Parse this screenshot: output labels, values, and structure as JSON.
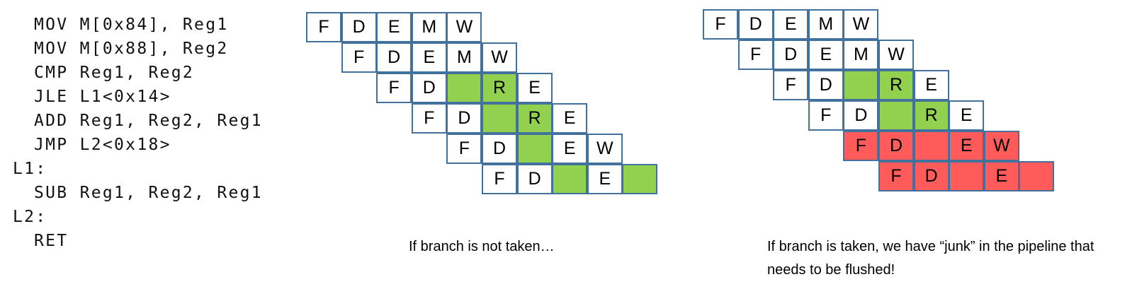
{
  "code": [
    {
      "text": "MOV M[0x84], Reg1",
      "indent": true
    },
    {
      "text": "MOV M[0x88], Reg2",
      "indent": true
    },
    {
      "text": "CMP Reg1, Reg2",
      "indent": true
    },
    {
      "text": "JLE L1<0x14>",
      "indent": true
    },
    {
      "text": "ADD Reg1, Reg2, Reg1",
      "indent": true
    },
    {
      "text": "JMP L2<0x18>",
      "indent": true
    },
    {
      "text": "L1:",
      "indent": false
    },
    {
      "text": "SUB Reg1, Reg2, Reg1",
      "indent": true
    },
    {
      "text": "L2:",
      "indent": false
    },
    {
      "text": "RET",
      "indent": true
    }
  ],
  "colors": {
    "green": "#92d050",
    "red": "#ff5b5b",
    "white": "#ffffff",
    "border": "#41719c"
  },
  "pipelines": [
    {
      "name": "not-taken",
      "caption": "If branch is not taken…",
      "rows": [
        {
          "start": 0,
          "cells": [
            {
              "t": "F",
              "c": "white"
            },
            {
              "t": "D",
              "c": "white"
            },
            {
              "t": "E",
              "c": "white"
            },
            {
              "t": "M",
              "c": "white"
            },
            {
              "t": "W",
              "c": "white"
            }
          ]
        },
        {
          "start": 1,
          "cells": [
            {
              "t": "F",
              "c": "white"
            },
            {
              "t": "D",
              "c": "white"
            },
            {
              "t": "E",
              "c": "white"
            },
            {
              "t": "M",
              "c": "white"
            },
            {
              "t": "W",
              "c": "white"
            }
          ]
        },
        {
          "start": 2,
          "cells": [
            {
              "t": "F",
              "c": "white"
            },
            {
              "t": "D",
              "c": "white"
            },
            {
              "t": "",
              "c": "green"
            },
            {
              "t": "R",
              "c": "green"
            },
            {
              "t": "E",
              "c": "white"
            }
          ]
        },
        {
          "start": 3,
          "cells": [
            {
              "t": "F",
              "c": "white"
            },
            {
              "t": "D",
              "c": "white"
            },
            {
              "t": "",
              "c": "green"
            },
            {
              "t": "R",
              "c": "green"
            },
            {
              "t": "E",
              "c": "white"
            }
          ]
        },
        {
          "start": 4,
          "cells": [
            {
              "t": "F",
              "c": "white"
            },
            {
              "t": "D",
              "c": "white"
            },
            {
              "t": "",
              "c": "green"
            },
            {
              "t": "E",
              "c": "white"
            },
            {
              "t": "W",
              "c": "white"
            }
          ]
        },
        {
          "start": 5,
          "cells": [
            {
              "t": "F",
              "c": "white"
            },
            {
              "t": "D",
              "c": "white"
            },
            {
              "t": "",
              "c": "green"
            },
            {
              "t": "E",
              "c": "white"
            },
            {
              "t": "",
              "c": "green"
            }
          ]
        }
      ]
    },
    {
      "name": "taken",
      "caption": "If branch is taken, we have “junk” in the pipeline that needs to be flushed!",
      "rows": [
        {
          "start": 0,
          "cells": [
            {
              "t": "F",
              "c": "white"
            },
            {
              "t": "D",
              "c": "white"
            },
            {
              "t": "E",
              "c": "white"
            },
            {
              "t": "M",
              "c": "white"
            },
            {
              "t": "W",
              "c": "white"
            }
          ]
        },
        {
          "start": 1,
          "cells": [
            {
              "t": "F",
              "c": "white"
            },
            {
              "t": "D",
              "c": "white"
            },
            {
              "t": "E",
              "c": "white"
            },
            {
              "t": "M",
              "c": "white"
            },
            {
              "t": "W",
              "c": "white"
            }
          ]
        },
        {
          "start": 2,
          "cells": [
            {
              "t": "F",
              "c": "white"
            },
            {
              "t": "D",
              "c": "white"
            },
            {
              "t": "",
              "c": "green"
            },
            {
              "t": "R",
              "c": "green"
            },
            {
              "t": "E",
              "c": "white"
            }
          ]
        },
        {
          "start": 3,
          "cells": [
            {
              "t": "F",
              "c": "white"
            },
            {
              "t": "D",
              "c": "white"
            },
            {
              "t": "",
              "c": "green"
            },
            {
              "t": "R",
              "c": "green"
            },
            {
              "t": "E",
              "c": "white"
            }
          ]
        },
        {
          "start": 4,
          "cells": [
            {
              "t": "F",
              "c": "red"
            },
            {
              "t": "D",
              "c": "red"
            },
            {
              "t": "",
              "c": "red"
            },
            {
              "t": "E",
              "c": "red"
            },
            {
              "t": "W",
              "c": "red"
            }
          ]
        },
        {
          "start": 5,
          "cells": [
            {
              "t": "F",
              "c": "red"
            },
            {
              "t": "D",
              "c": "red"
            },
            {
              "t": "",
              "c": "red"
            },
            {
              "t": "E",
              "c": "red"
            },
            {
              "t": "",
              "c": "red"
            }
          ]
        }
      ]
    }
  ]
}
